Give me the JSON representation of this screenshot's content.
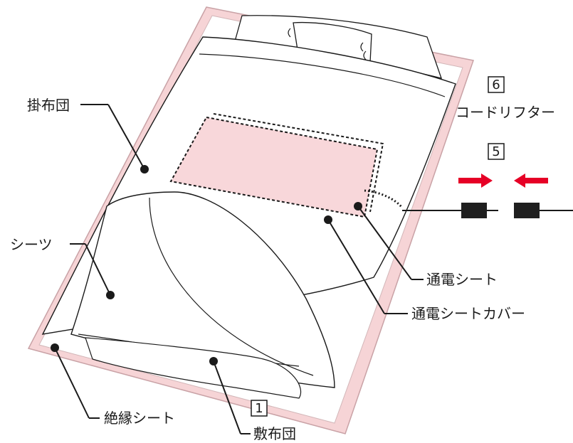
{
  "labels": {
    "kakebuton": "掛布団",
    "sheets": "シーツ",
    "zetsuen_sheet": "絶縁シート",
    "shikibuton": "敷布団",
    "tsuuden_sheet": "通電シート",
    "tsuuden_sheet_cover": "通電シートカバー",
    "cord_lifter": "コードリフター"
  },
  "numbers": {
    "n1": "1",
    "n5": "5",
    "n6": "6"
  },
  "colors": {
    "insulation_pink": "#f6d4d6",
    "pad_pink": "#f8d7da",
    "arrow_red": "#e60026",
    "line": "#1a1a1a"
  }
}
